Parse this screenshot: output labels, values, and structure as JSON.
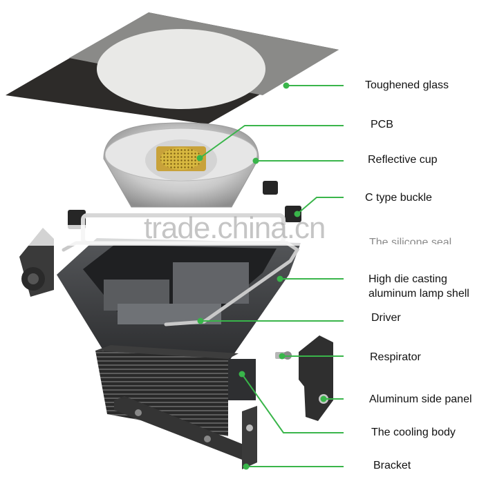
{
  "labels": {
    "toughened_glass": "Toughened glass",
    "pcb": "PCB",
    "reflective_cup": "Reflective cup",
    "c_type_buckle": "C type buckle",
    "silicone_seal": "The silicone seal",
    "shell_line1": "High die casting",
    "shell_line2": "aluminum lamp shell",
    "driver": "Driver",
    "respirator": "Respirator",
    "aluminum_side_panel": "Aluminum side panel",
    "cooling_body": "The cooling body",
    "bracket": "Bracket"
  },
  "watermark": "trade.china.cn",
  "colors": {
    "leader_line": "#39b54a",
    "glass_dark": "#2d2b29",
    "glass_mid": "#8a8a88",
    "shell": "#3b3c3e",
    "label_text": "#111111"
  }
}
